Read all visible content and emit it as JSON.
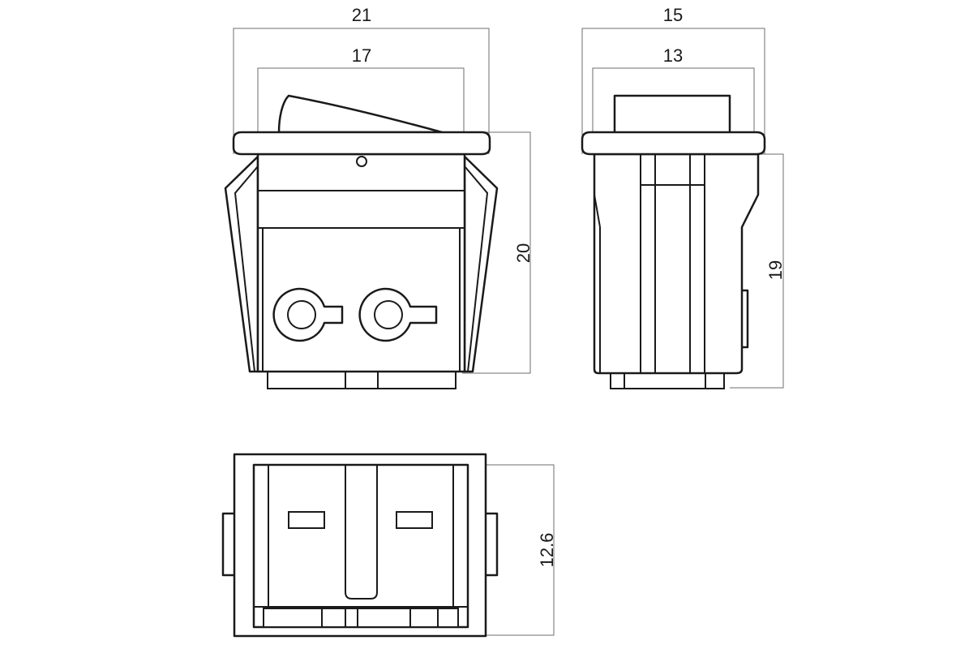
{
  "front_view": {
    "dimensions": {
      "overall_width": "21",
      "inner_width": "17",
      "height": "20"
    }
  },
  "side_view": {
    "dimensions": {
      "overall_width": "15",
      "inner_width": "13",
      "height": "19"
    }
  },
  "bottom_view": {
    "dimensions": {
      "depth": "12.6"
    }
  }
}
